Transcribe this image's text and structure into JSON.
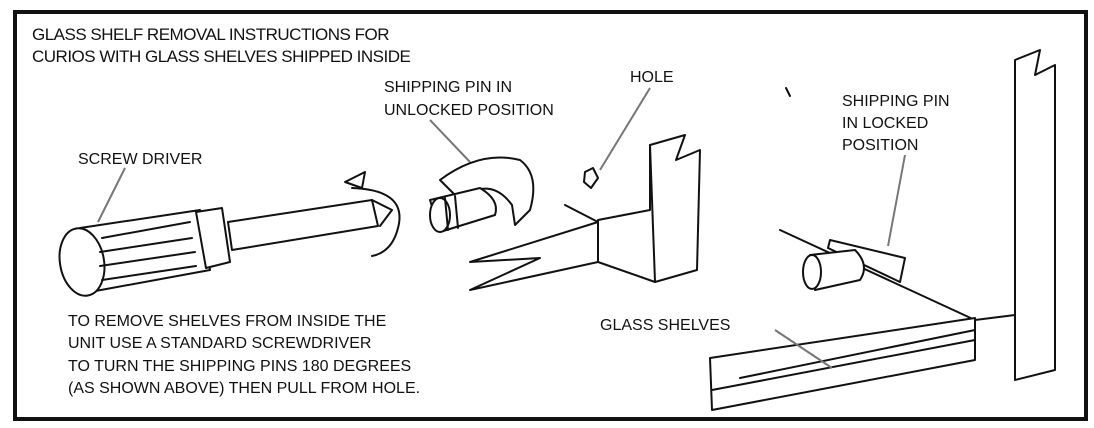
{
  "title": {
    "line1": "GLASS SHELF REMOVAL INSTRUCTIONS FOR",
    "line2": "CURIOS WITH GLASS SHELVES SHIPPED INSIDE"
  },
  "labels": {
    "screwdriver": "SCREW DRIVER",
    "pin_unlocked_1": "SHIPPING PIN IN",
    "pin_unlocked_2": "UNLOCKED POSITION",
    "hole": "HOLE",
    "pin_locked_1": "SHIPPING PIN",
    "pin_locked_2": "IN LOCKED",
    "pin_locked_3": "POSITION",
    "glass_shelves": "GLASS SHELVES"
  },
  "instructions": [
    "TO REMOVE SHELVES FROM INSIDE THE",
    "UNIT USE A STANDARD SCREWDRIVER",
    "TO TURN THE SHIPPING PINS 180 DEGREES",
    "(AS SHOWN ABOVE) THEN PULL FROM HOLE."
  ]
}
